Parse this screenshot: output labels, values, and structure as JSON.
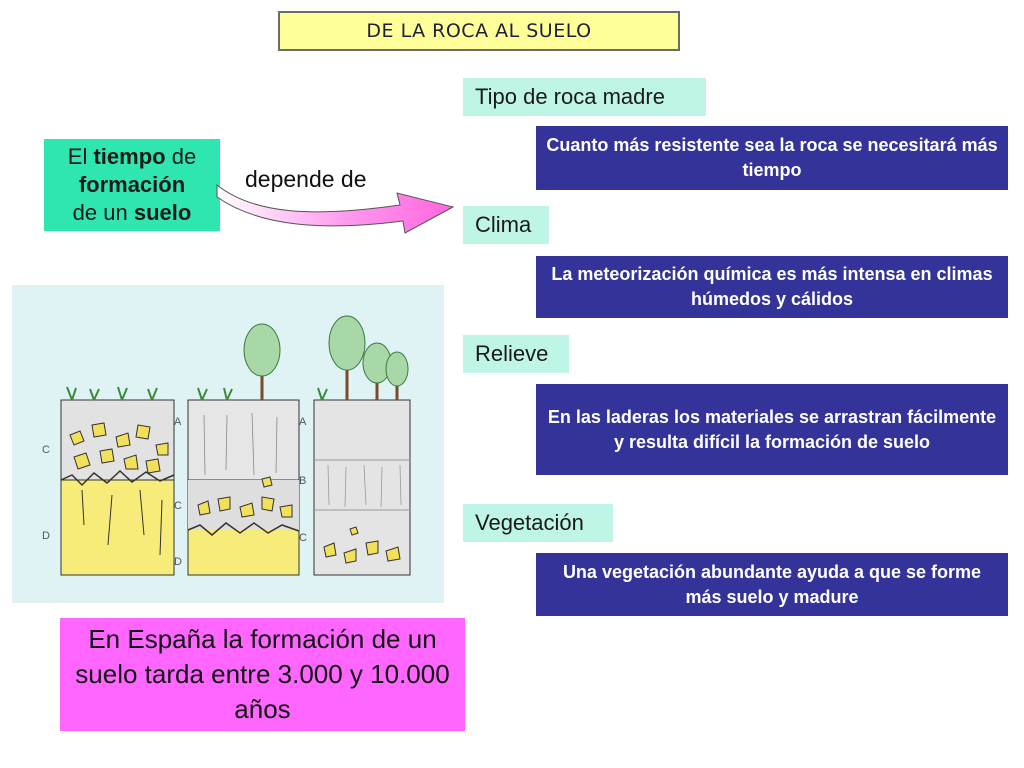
{
  "title": "DE LA ROCA AL SUELO",
  "time_box": {
    "part1": "El ",
    "word_tiempo": "tiempo",
    "part2": " de ",
    "word_formacion": "formación",
    "part3": " de un ",
    "word_suelo": "suelo"
  },
  "depends_label": "depende de",
  "factors": [
    {
      "label": "Tipo de roca madre",
      "description": "Cuanto más resistente sea la roca se necesitará más tiempo"
    },
    {
      "label": "Clima",
      "description": "La meteorización química es más intensa en climas húmedos y cálidos"
    },
    {
      "label": "Relieve",
      "description": "En las laderas los materiales se arrastran fácilmente y resulta difícil la formación de suelo"
    },
    {
      "label": "Vegetación",
      "description": "Una vegetación abundante ayuda a que se forme más suelo y madure"
    }
  ],
  "horizon_labels": {
    "c": "C",
    "d": "D",
    "a": "A",
    "b": "B"
  },
  "conclusion": "En España la formación de un suelo tarda entre 3.000 y 10.000 años",
  "colors": {
    "title_bg": "#ffff99",
    "factor_label_bg": "#bff5e6",
    "factor_desc_bg": "#333399",
    "time_box_bg": "#2fe6b0",
    "conclusion_bg": "#ff66ff",
    "illustration_bg": "#dff3f5",
    "bedrock": "#f7ec7a"
  }
}
